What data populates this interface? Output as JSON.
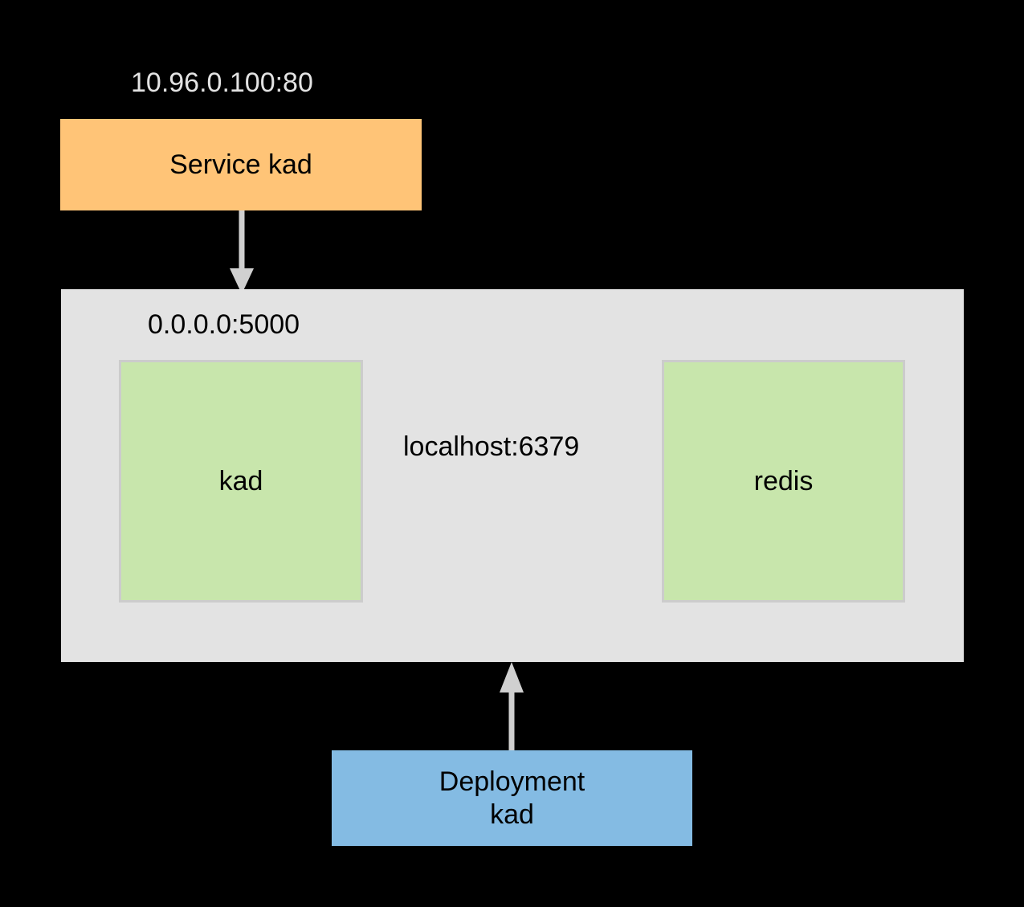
{
  "diagram": {
    "type": "architecture-diagram",
    "background_color": "#000000",
    "service": {
      "label": "Service kad",
      "endpoint_label": "10.96.0.100:80",
      "fill_color": "#FFC477"
    },
    "pod": {
      "endpoint_label": "0.0.0.0:5000",
      "fill_color": "#E3E3E3",
      "containers": [
        {
          "label": "kad",
          "fill_color": "#C8E6AC",
          "border_color": "#CCCCCC"
        },
        {
          "label": "redis",
          "fill_color": "#C8E6AC",
          "border_color": "#CCCCCC"
        }
      ],
      "internal_link_label": "localhost:6379"
    },
    "deployment": {
      "label": "Deployment\nkad",
      "fill_color": "#84BBE3"
    },
    "edges": [
      {
        "name": "service-to-pod",
        "from": "Service kad",
        "to": "pod",
        "color": "#D0D0D0",
        "direction": "down",
        "label": ""
      },
      {
        "name": "kad-to-redis",
        "from": "kad",
        "to": "redis",
        "color": "#000000",
        "direction": "right",
        "label": "localhost:6379"
      },
      {
        "name": "deployment-to-pod",
        "from": "Deployment kad",
        "to": "pod",
        "color": "#D0D0D0",
        "direction": "up",
        "label": ""
      }
    ]
  }
}
